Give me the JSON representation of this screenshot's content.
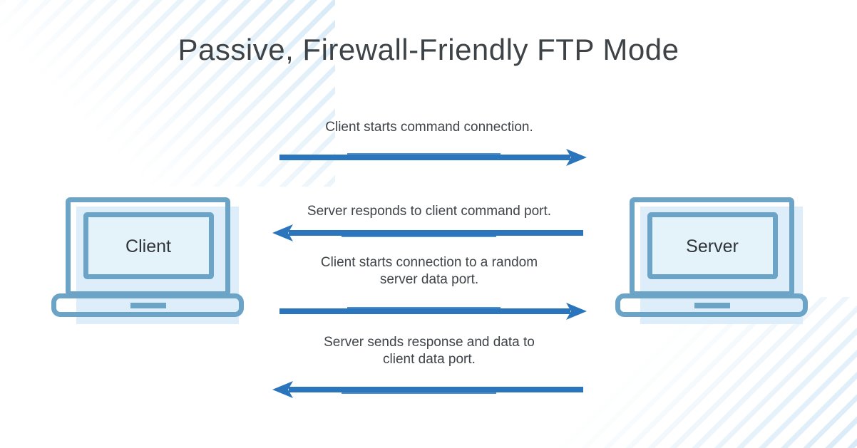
{
  "title": "Passive, Firewall-Friendly FTP Mode",
  "nodes": {
    "client": {
      "label": "Client",
      "type": "laptop"
    },
    "server": {
      "label": "Server",
      "type": "laptop"
    }
  },
  "steps": [
    {
      "from": "client",
      "to": "server",
      "direction": "right",
      "label": "Client starts command connection."
    },
    {
      "from": "server",
      "to": "client",
      "direction": "left",
      "label": "Server responds to client command port."
    },
    {
      "from": "client",
      "to": "server",
      "direction": "right",
      "label": "Client starts connection to a random\nserver data port."
    },
    {
      "from": "server",
      "to": "client",
      "direction": "left",
      "label": "Server sends response and data to\nclient data port."
    }
  ],
  "colors": {
    "arrow": "#2b75bc",
    "arrow_highlight": "#4e8fcd",
    "device_stroke": "#6ca4c8",
    "screen_fill": "#e4f2fa",
    "shadow_fill": "#ddedf9",
    "stripe": "#d7eaf7",
    "text": "#3f4448",
    "title_text": "#3e4347"
  }
}
